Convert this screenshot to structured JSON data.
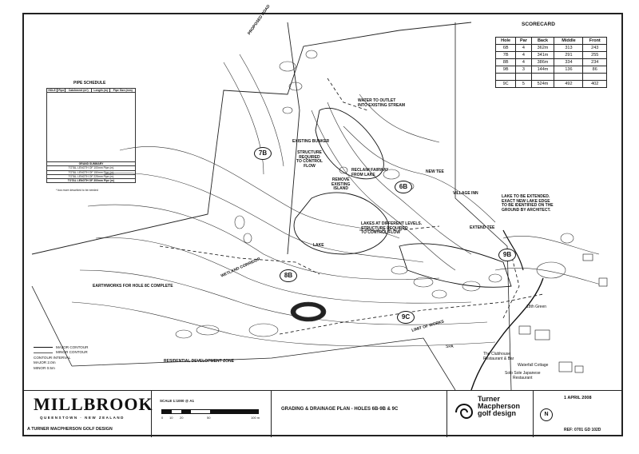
{
  "scorecard": {
    "title": "SCORECARD",
    "headers": [
      "Hole",
      "Par",
      "Back",
      "Middle",
      "Front"
    ],
    "rows": [
      [
        "6B",
        "4",
        "362m",
        "313",
        "243"
      ],
      [
        "7B",
        "4",
        "341m",
        "291",
        "255"
      ],
      [
        "8B",
        "4",
        "386m",
        "334",
        "234"
      ],
      [
        "9B",
        "3",
        "144m",
        "136",
        "86"
      ],
      [
        "",
        "",
        "",
        "",
        ""
      ],
      [
        "9C",
        "5",
        "524m",
        "492",
        "402"
      ]
    ]
  },
  "pipe_schedule": {
    "title": "PIPE SCHEDULE",
    "headers": [
      "HOLE",
      "Pipe",
      "Catchment (m²)",
      "Length (m)",
      "Pipe Size (mm)"
    ],
    "summary_title": "GRAND SUMMARY",
    "summary": [
      "TOTAL LENGTH OF 100mm Pipe (m)",
      "TOTAL LENGTH OF 150mm Pipe (m)",
      "TOTAL LENGTH OF 225mm Pipe (m)"
    ],
    "total": "TOTAL LENGTH OF 300mm Pipe (m)",
    "footnote": "* bus more described to be needed"
  },
  "holes": {
    "h7b": "7B",
    "h6b": "6B",
    "h8b": "8B",
    "h9b": "9B",
    "h9c": "9C"
  },
  "annotations": {
    "proposed_road": "PROPOSED ROAD",
    "water_outlet": "WATER TO OUTLET\nINTO EXISTING STREAM",
    "existing_bunker": "EXISTING BUNKER",
    "structure_required": "STRUCTURE\nREQUIRED\nTO CONTROL\nFLOW",
    "reclaim_fairway": "RECLAIM FAIRWAY\nFROM LAKE",
    "remove_island": "REMOVE\nEXISTING\nISLAND",
    "new_tee": "NEW TEE",
    "village_inn": "VILLAGE INN",
    "lake_extended": "LAKE TO BE EXTENDED.\nEXACT NEW LAKE EDGE\nTO BE IDENTIFIED ON THE\nGROUND BY ARCHITECT.",
    "lakes_levels": "LAKES AT DIFFERENT LEVELS.\nSTRUCTURE REQUIRED\nTO CONTROL FLOW",
    "extend_tee": "EXTEND TEE",
    "lake": "LAKE",
    "wetland_corridor": "WETLAND CORRIDOR",
    "earthworks": "EARTHWORKS FOR HOLE 8C COMPLETE",
    "limit_works": "LIMIT OF WORKS",
    "residential": "RESIDENTIAL DEVELOPMENT ZONE",
    "green_18th": "18th Green",
    "spa": "SPA",
    "clubhouse": "The Clubhouse\nRestaurant & Bar",
    "waterfall": "Waterfall Cottage",
    "solo_sole": "Solo Sole Japanese\nRestaurant"
  },
  "legend": {
    "major": "MAJOR CONTOUR",
    "minor": "MINOR CONTOUR",
    "interval": "CONTOUR INTERVAL",
    "major_val": "MAJOR  2.0m",
    "minor_val": "MINOR  0.5m"
  },
  "titleblock": {
    "brand": "MILLBROOK",
    "location": "QUEENSTOWN · NEW ZEALAND",
    "designer": "A TURNER MACPHERSON GOLF DESIGN",
    "scale": "SCALE 1:1000 @ A1",
    "scale_ticks": [
      "0",
      "10",
      "20",
      "50",
      "100 m"
    ],
    "drawing_title": "GRADING & DRAINAGE PLAN - HOLES 6B-9B & 9C",
    "firm": "Turner\nMacpherson\ngolf design",
    "north": "N",
    "date": "1 APRIL 2008",
    "ref": "REF: 0701 GD 102D"
  },
  "colors": {
    "ink": "#111111",
    "paper": "#ffffff"
  }
}
